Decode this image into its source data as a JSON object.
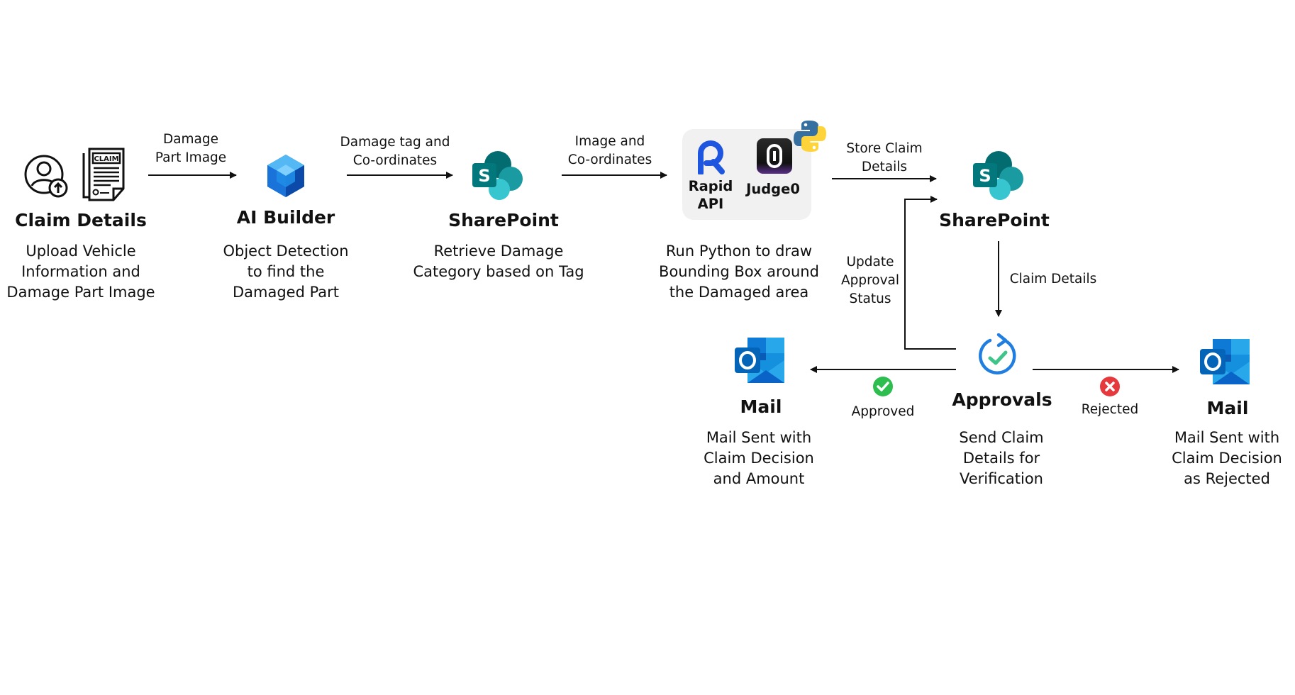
{
  "nodes": {
    "claim_details": {
      "title": "Claim Details",
      "description": [
        "Upload Vehicle",
        "Information and",
        "Damage Part Image"
      ],
      "icons": [
        "user-upload-icon",
        "claim-document-icon"
      ]
    },
    "ai_builder": {
      "title": "AI Builder",
      "description": [
        "Object Detection",
        "to find the",
        "Damaged Part"
      ],
      "icon": "ai-builder-icon"
    },
    "sharepoint_1": {
      "title": "SharePoint",
      "description": [
        "Retrieve Damage",
        "Category based on Tag"
      ],
      "icon": "sharepoint-icon"
    },
    "python_api": {
      "rapid_api": "Rapid\nAPI",
      "judge0": "Judge0",
      "description": [
        "Run Python to draw",
        "Bounding Box around",
        "the Damaged area"
      ],
      "icons": [
        "rapidapi-icon",
        "judge0-icon",
        "python-icon"
      ]
    },
    "sharepoint_2": {
      "title": "SharePoint",
      "icon": "sharepoint-icon"
    },
    "approvals": {
      "title": "Approvals",
      "description": [
        "Send Claim",
        "Details for",
        "Verification"
      ],
      "icon": "approvals-icon"
    },
    "mail_approved": {
      "title": "Mail",
      "description": [
        "Mail Sent with",
        "Claim Decision",
        "and Amount"
      ],
      "icon": "outlook-icon"
    },
    "mail_rejected": {
      "title": "Mail",
      "description": [
        "Mail Sent with",
        "Claim Decision",
        "as Rejected"
      ],
      "icon": "outlook-icon"
    }
  },
  "edges": {
    "damage_part_image": [
      "Damage",
      "Part Image"
    ],
    "damage_tag": [
      "Damage tag and",
      "Co-ordinates"
    ],
    "image_coords": [
      "Image and",
      "Co-ordinates"
    ],
    "store_claim": [
      "Store Claim",
      "Details"
    ],
    "update_status": [
      "Update",
      "Approval",
      "Status"
    ],
    "claim_details": "Claim Details",
    "approved": "Approved",
    "rejected": "Rejected"
  },
  "colors": {
    "arrow": "#111111",
    "approved_badge": "#2ebd4f",
    "rejected_badge": "#e5393e",
    "sharepoint_dark": "#036c70",
    "sharepoint_mid": "#1a9ba1",
    "sharepoint_light": "#37c6d0",
    "outlook_blue": "#0a64c8",
    "approvals_blue": "#1f7ee0",
    "api_box": "#f1f1f1"
  }
}
